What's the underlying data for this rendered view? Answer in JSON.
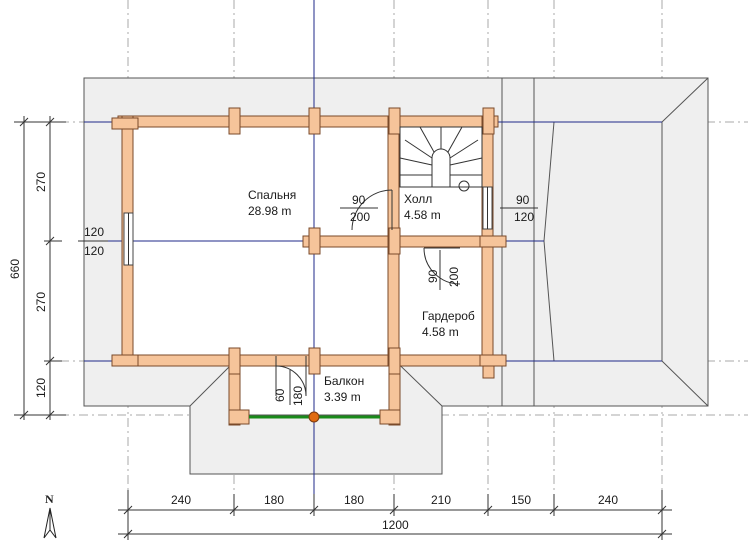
{
  "rooms": [
    {
      "name": "Спальня",
      "area": "28.98 m"
    },
    {
      "name": "Холл",
      "area": "4.58 m"
    },
    {
      "name": "Гардероб",
      "area": "4.58 m"
    },
    {
      "name": "Балкон",
      "area": "3.39 m"
    }
  ],
  "openings": {
    "bedroom_door": {
      "width": "90",
      "height": "200"
    },
    "hall_window": {
      "width": "90",
      "height": "120"
    },
    "left_window": {
      "width": "120",
      "height": "120"
    },
    "wardrobe_door": {
      "width": "90",
      "height": "200"
    },
    "balcony_door": {
      "width": "60",
      "height": "180"
    }
  },
  "dimensions": {
    "bottom": [
      "240",
      "180",
      "180",
      "210",
      "150",
      "240"
    ],
    "bottom_total": "1200",
    "left": [
      "270",
      "270",
      "120"
    ],
    "left_total": "660"
  },
  "north": "N",
  "colors": {
    "log": "#f6c49a",
    "axis": "#1f2a8a",
    "railing": "#1a8a1a",
    "post": "#e06a10"
  }
}
